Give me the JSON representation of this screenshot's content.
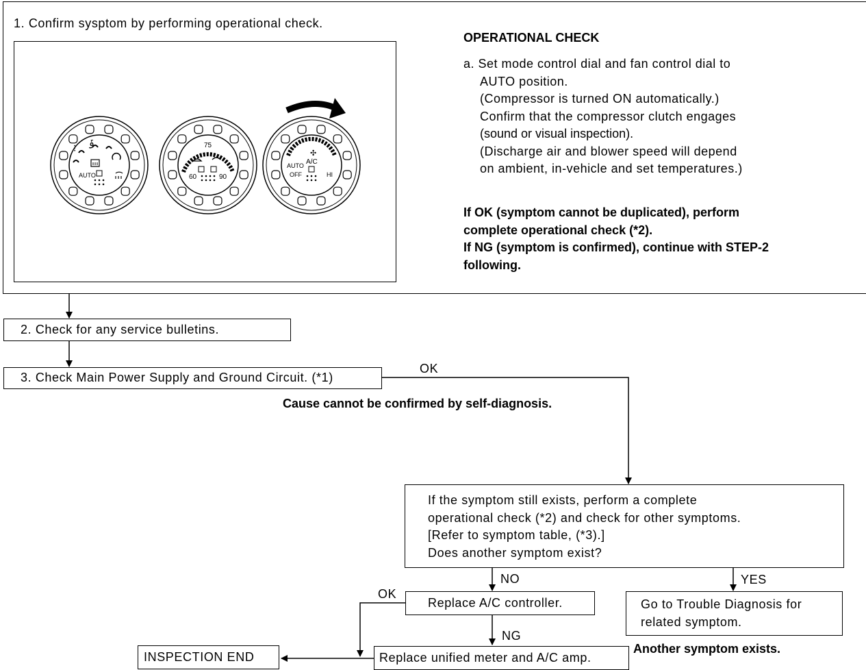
{
  "step1": {
    "title": "1. Confirm sysptom by performing operational check.",
    "panel": {
      "dial1": {
        "auto": "AUTO"
      },
      "dial2": {
        "top": "75",
        "left": "60",
        "right": "90"
      },
      "dial3": {
        "ac": "A/C",
        "auto": "AUTO",
        "off": "OFF",
        "hi": "HI"
      }
    },
    "op_check": {
      "heading": "OPERATIONAL CHECK",
      "lines": [
        "a. Set mode control dial and fan control dial to",
        "AUTO position.",
        "(Compressor is turned ON automatically.)",
        "Confirm that the compressor clutch engages",
        "(sound or visual inspection).",
        "(Discharge air and blower speed will depend",
        "on ambient, in-vehicle and set temperatures.)"
      ],
      "result_lines": [
        "If OK (symptom cannot be duplicated), perform",
        "complete operational check (*2).",
        "If NG (symptom is confirmed), continue with STEP-2",
        "following."
      ]
    }
  },
  "step2": {
    "text": "2. Check for any service bulletins."
  },
  "step3": {
    "text": "3. Check Main Power Supply and Ground Circuit. (*1)"
  },
  "ok_label_1": "OK",
  "cause_note": "Cause cannot be confirmed by self-diagnosis.",
  "symptom_box": {
    "lines": [
      "If the symptom still exists, perform a complete",
      "operational check (*2) and check for other symptoms.",
      "[Refer to symptom table, (*3).]",
      "Does another symptom exist?"
    ]
  },
  "no_label": "NO",
  "yes_label": "YES",
  "replace_controller": "Replace A/C controller.",
  "ok_label_2": "OK",
  "ng_label": "NG",
  "replace_meter": "Replace unified meter and A/C amp.",
  "inspection_end": "INSPECTION END",
  "go_to_trouble": {
    "lines": [
      "Go to Trouble Diagnosis for",
      "related symptom."
    ]
  },
  "another_symptom": "Another symptom exists."
}
